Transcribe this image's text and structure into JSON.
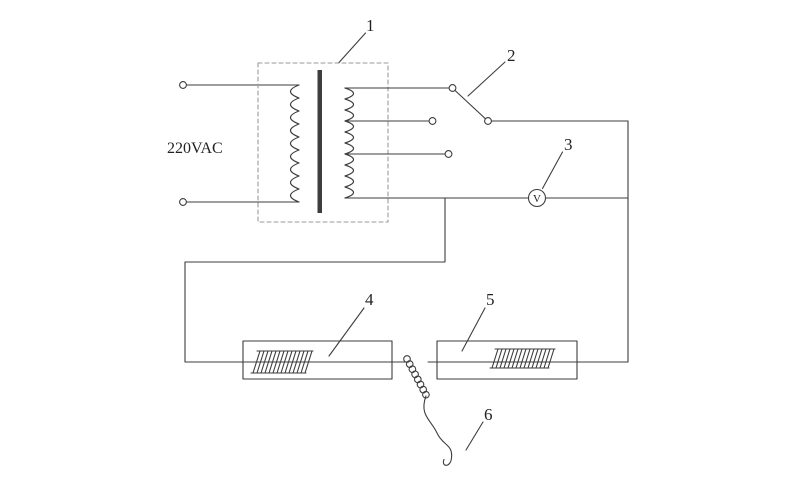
{
  "diagram": {
    "source_label": "220VAC",
    "voltmeter_symbol": "V",
    "component_labels": {
      "transformer": "1",
      "tap_switch": "2",
      "voltmeter": "3",
      "left_coil": "4",
      "right_coil": "5",
      "filament": "6"
    },
    "colors": {
      "line": "#3d3d3d",
      "dashed_enclosure": "#9a9a9a",
      "text": "#222222",
      "background": "#ffffff"
    }
  }
}
